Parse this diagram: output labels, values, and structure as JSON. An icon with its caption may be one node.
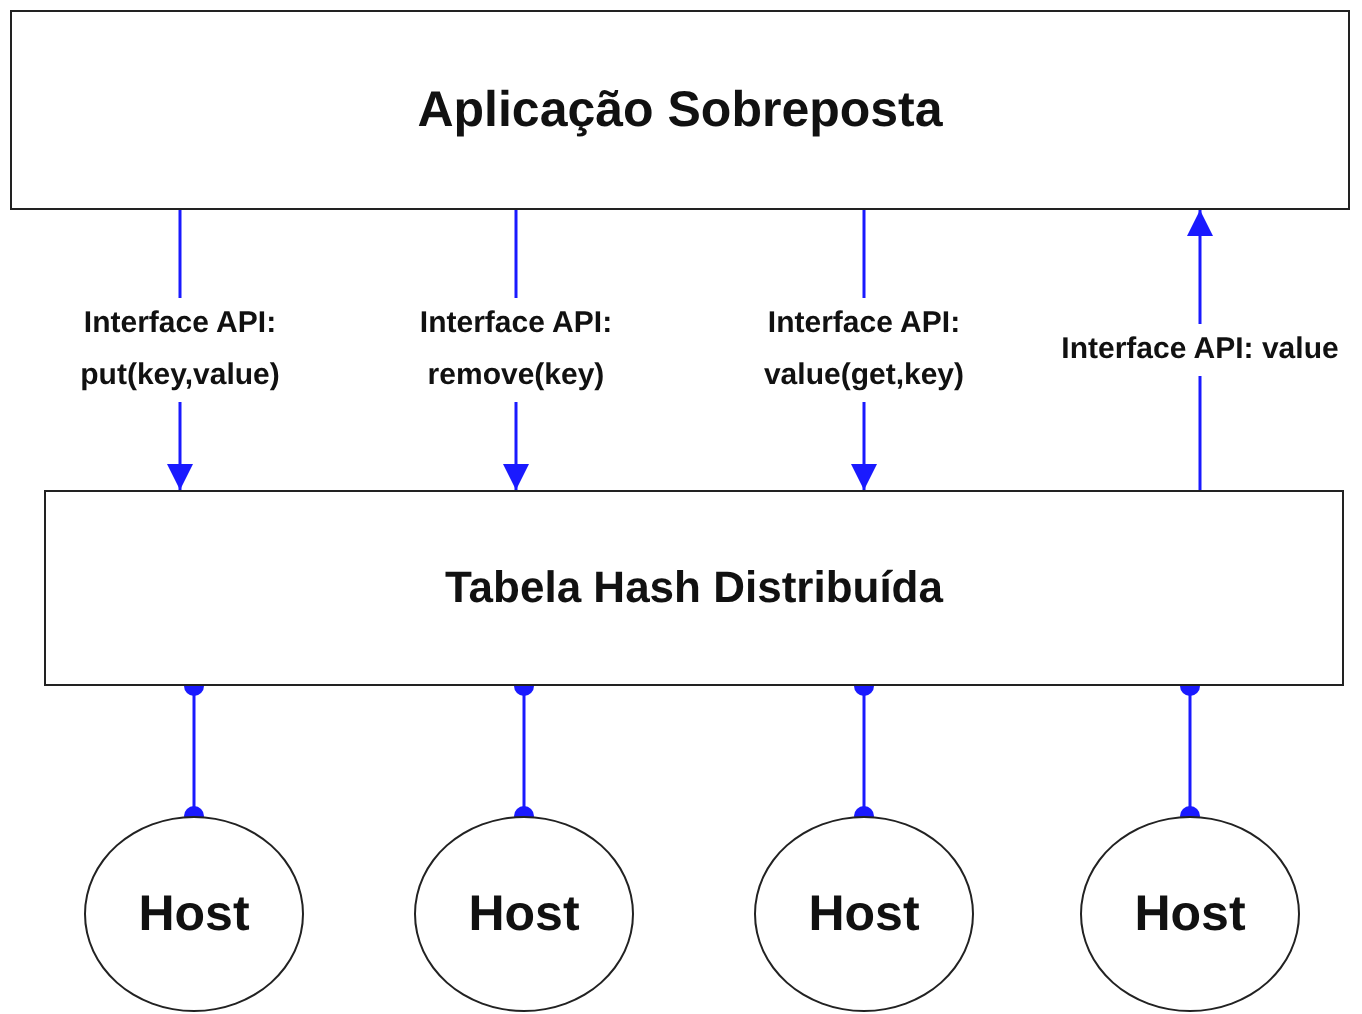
{
  "diagram": {
    "nodes": [
      {
        "text": [
          "Aplicação Sobreposta"
        ]
      },
      {
        "text": [
          "Tabela Hash Distribuída"
        ]
      },
      {
        "text": [
          "Host"
        ]
      },
      {
        "text": [
          "Host"
        ]
      },
      {
        "text": [
          "Host"
        ]
      },
      {
        "text": [
          "Host"
        ]
      }
    ],
    "edges": [
      {
        "from": 0,
        "to": 1,
        "arrow": "to",
        "label": "Interface API: put(key,value)"
      },
      {
        "from": 0,
        "to": 1,
        "arrow": "to",
        "label": "Interface API: remove(key)"
      },
      {
        "from": 0,
        "to": 1,
        "arrow": "to",
        "label": "Interface API: value(get,key)"
      },
      {
        "from": 1,
        "to": 0,
        "arrow": "to",
        "label": "Interface API: value"
      },
      {
        "from": 1,
        "to": 2,
        "arrow": "other"
      },
      {
        "from": 1,
        "to": 3,
        "arrow": "other"
      },
      {
        "from": 1,
        "to": 4,
        "arrow": "other"
      },
      {
        "from": 1,
        "to": 5,
        "arrow": "other"
      }
    ]
  }
}
